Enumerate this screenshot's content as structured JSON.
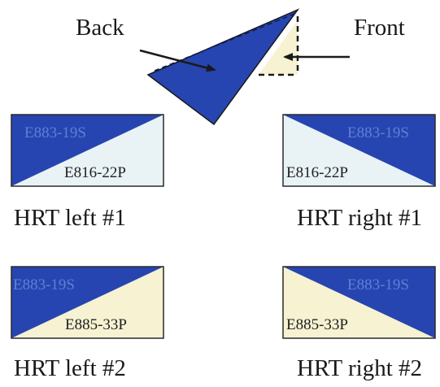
{
  "colors": {
    "blue": "#2745b0",
    "pale_blue": "#e9f3f6",
    "cream": "#f6f2d2",
    "outline": "#2a2a2a",
    "code_on_blue": "#5f7fd6",
    "code_on_light": "#1f1f1f"
  },
  "diagram": {
    "back_label": "Back",
    "front_label": "Front"
  },
  "panels": [
    {
      "id": "left1",
      "top_code": "E883-19S",
      "bottom_code": "E816-22P",
      "caption": "HRT left #1",
      "light_color": "#e9f3f6"
    },
    {
      "id": "right1",
      "top_code": "E883-19S",
      "bottom_code": "E816-22P",
      "caption": "HRT right #1",
      "light_color": "#e9f3f6"
    },
    {
      "id": "left2",
      "top_code": "E883-19S",
      "bottom_code": "E885-33P",
      "caption": "HRT left #2",
      "light_color": "#f6f2d2"
    },
    {
      "id": "right2",
      "top_code": "E883-19S",
      "bottom_code": "E885-33P",
      "caption": "HRT right #2",
      "light_color": "#f6f2d2"
    }
  ]
}
